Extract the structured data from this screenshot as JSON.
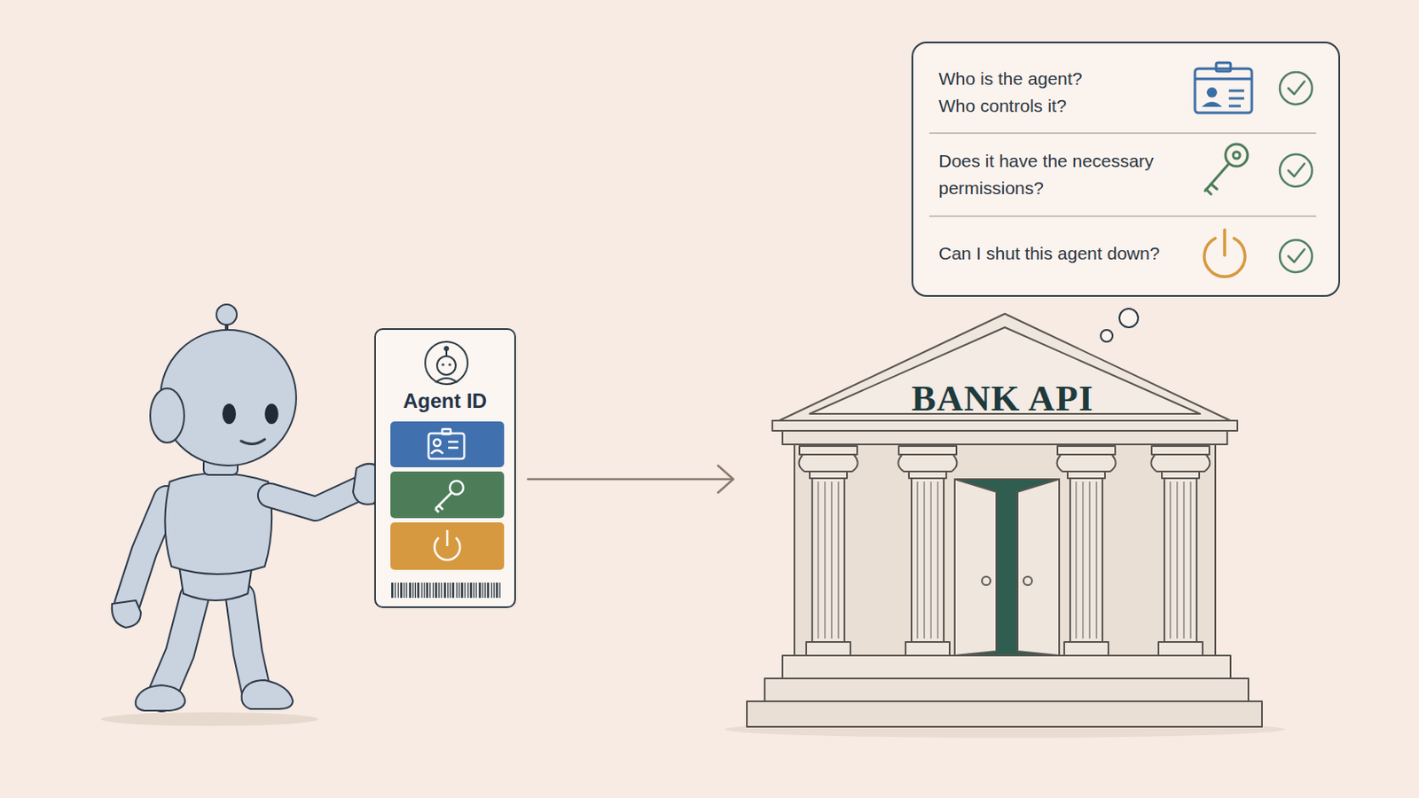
{
  "diagram": {
    "nodes": [
      {
        "text": [
          "Agent ID"
        ]
      },
      {
        "text": [
          "BANK API"
        ]
      },
      {
        "text": [
          "Who is the agent? Who controls it?",
          "Does it have the necessary permissions?",
          "Can I shut this agent down?"
        ]
      }
    ],
    "edges": [
      {
        "from": 0,
        "to": 1,
        "arrow": "to"
      }
    ]
  }
}
